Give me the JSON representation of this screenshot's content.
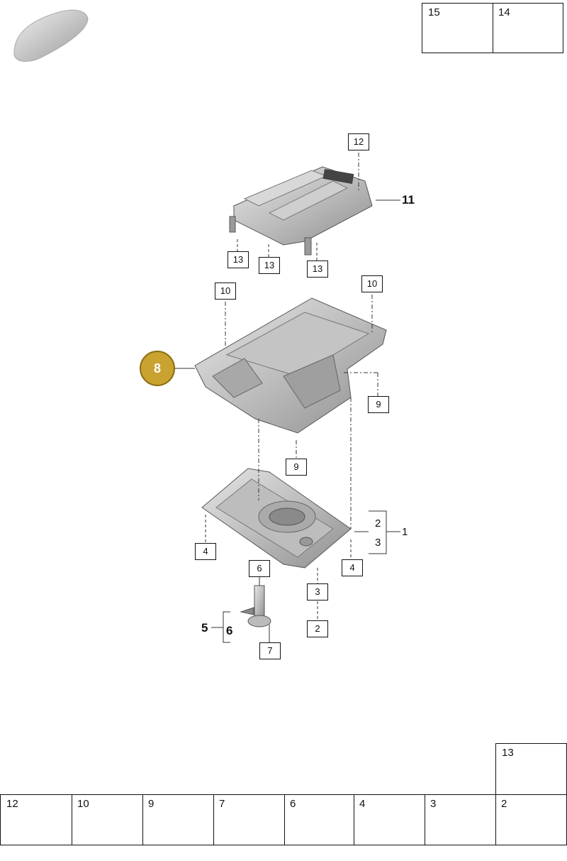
{
  "header": {
    "car_icon": "car-silhouette-icon",
    "top_legend": [
      {
        "number": "15",
        "icon": "sealant-tube-icon"
      },
      {
        "number": "14",
        "icon": "sealing-compound-icon"
      }
    ]
  },
  "diagram": {
    "callouts": {
      "c12": "12",
      "c11": "11",
      "c13a": "13",
      "c13b": "13",
      "c13c": "13",
      "c10a": "10",
      "c10b": "10",
      "c8": "8",
      "c9a": "9",
      "c9b": "9",
      "c1": "1",
      "c2a": "2",
      "c3a": "3",
      "c4a": "4",
      "c4b": "4",
      "c6a": "6",
      "c3b": "3",
      "c2b": "2",
      "c5": "5",
      "c6b": "6",
      "c7": "7"
    },
    "highlight_color": "#c9a22f"
  },
  "bottom_legend": {
    "upper": {
      "number": "13",
      "icon": "bolt-icon"
    },
    "items": [
      {
        "number": "12",
        "icon": "bushing-icon"
      },
      {
        "number": "10",
        "icon": "dowel-sleeve-icon"
      },
      {
        "number": "9",
        "icon": "bolt-icon"
      },
      {
        "number": "7",
        "icon": "bolt-icon"
      },
      {
        "number": "6",
        "icon": "o-ring-icon"
      },
      {
        "number": "4",
        "icon": "bolt-icon"
      },
      {
        "number": "3",
        "icon": "sealing-ring-icon"
      },
      {
        "number": "2",
        "icon": "drain-plug-icon"
      }
    ]
  }
}
